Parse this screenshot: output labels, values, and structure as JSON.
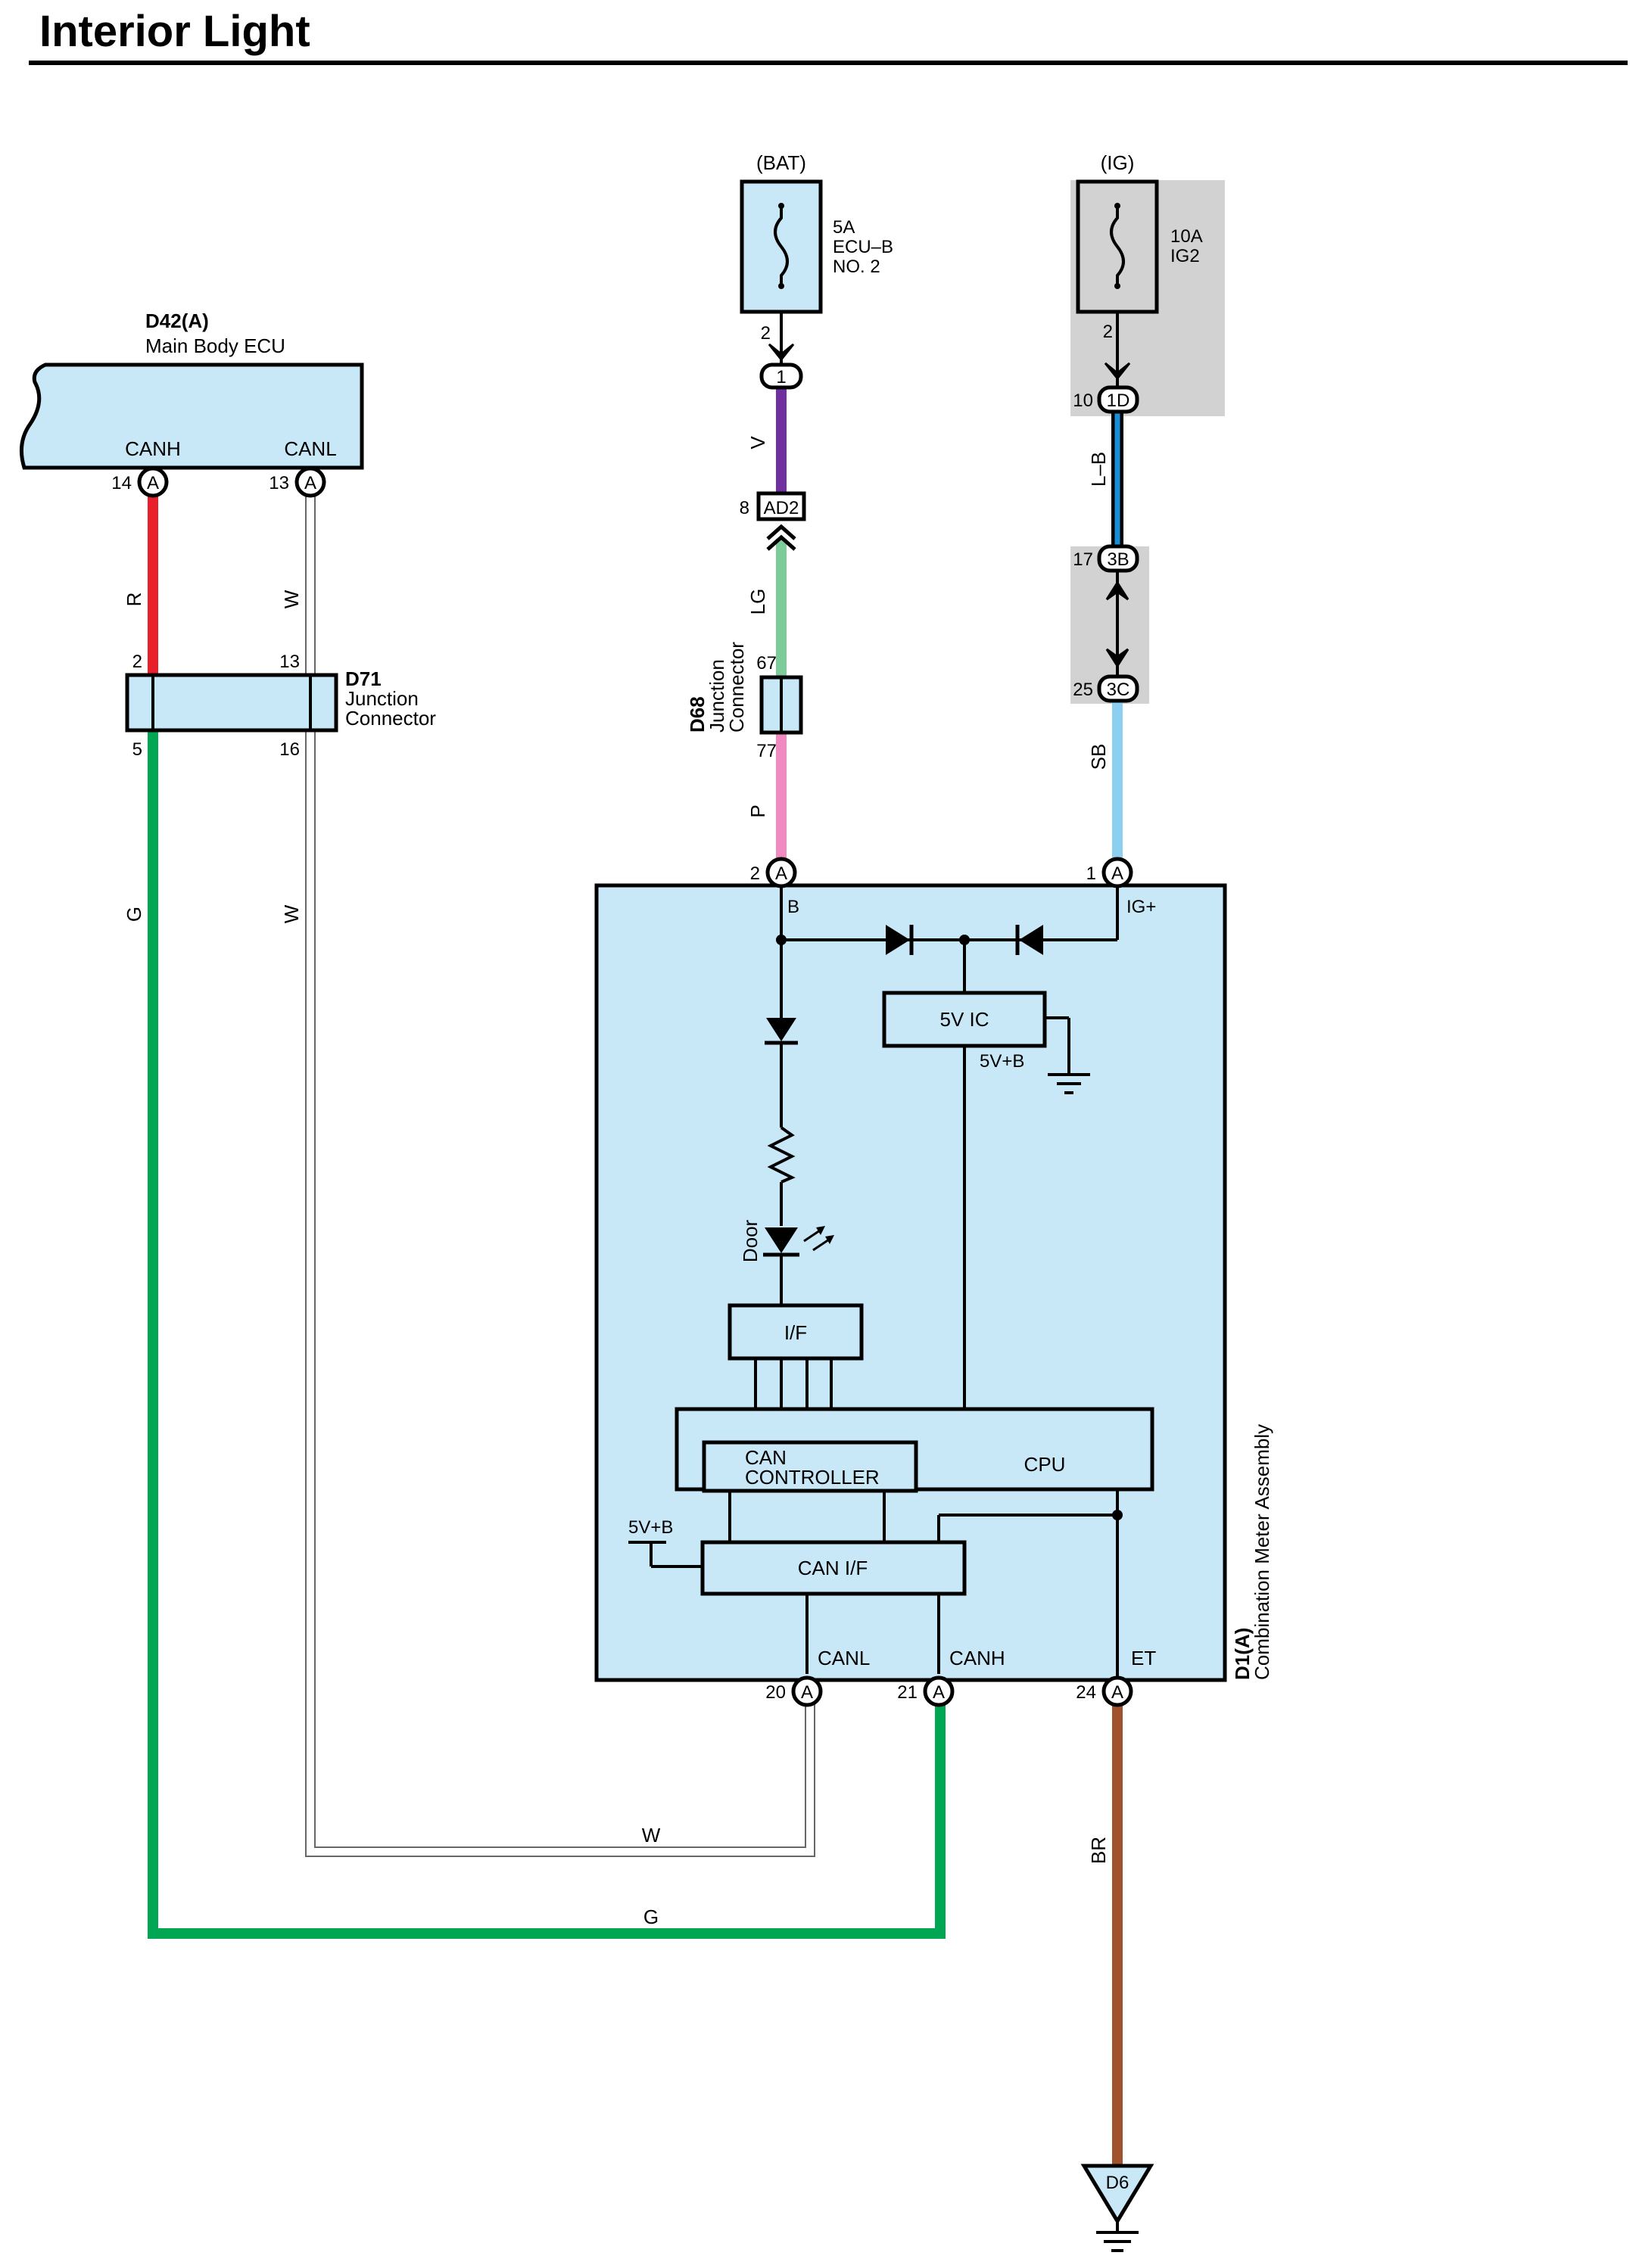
{
  "title": "Interior Light",
  "colors": {
    "box_fill": "#c8e8f8",
    "gray_fill": "#d2d2d2",
    "wire_red": "#e8202a",
    "wire_white": "#ffffff",
    "wire_green": "#00a651",
    "wire_violet": "#7030a0",
    "wire_lightgreen": "#7ecb9a",
    "wire_pink": "#f08ac0",
    "wire_blue": "#1a8fd6",
    "wire_skyblue": "#8ccff0",
    "wire_brown": "#a0522d"
  },
  "icons": [
    "fuse-icon",
    "diode-icon",
    "resistor-icon",
    "led-icon",
    "ground-icon",
    "connector-pin-icon"
  ],
  "ecu": {
    "code": "D42(A)",
    "name": "Main Body ECU",
    "canh_label": "CANH",
    "canl_label": "CANL",
    "canh_pin": "14",
    "canl_pin": "13",
    "pin_letter": "A"
  },
  "j71": {
    "code": "D71",
    "name_line1": "Junction",
    "name_line2": "Connector",
    "pins": {
      "top_left": "2",
      "top_right": "13",
      "bot_left": "5",
      "bot_right": "16"
    }
  },
  "j68": {
    "code": "D68",
    "name_line1": "Junction",
    "name_line2": "Connector",
    "pins": {
      "top": "67",
      "bottom": "77"
    }
  },
  "bat": {
    "label": "(BAT)",
    "fuse_amp": "5A",
    "fuse_name1": "ECU–B",
    "fuse_name2": "NO. 2",
    "fuse_pin": "2",
    "conn1": "1",
    "conn_ad2": "AD2",
    "conn_ad2_pin": "8"
  },
  "ig": {
    "label": "(IG)",
    "fuse_amp": "10A",
    "fuse_name": "IG2",
    "fuse_pin": "2",
    "conn_1d": "1D",
    "conn_1d_pin": "10",
    "conn_3b": "3B",
    "conn_3b_pin": "17",
    "conn_3c": "3C",
    "conn_3c_pin": "25"
  },
  "wires": {
    "r": "R",
    "w1": "W",
    "w2": "W",
    "g1": "G",
    "w_bottom": "W",
    "g_bottom": "G",
    "v": "V",
    "lg": "LG",
    "p": "P",
    "lb": "L–B",
    "sb": "SB",
    "br": "BR"
  },
  "meter": {
    "code": "D1(A)",
    "name": "Combination Meter Assembly",
    "pin_letter": "A",
    "pin_b": "2",
    "b_label": "B",
    "pin_ig": "1",
    "ig_label": "IG+",
    "ic_label": "5V IC",
    "ic_out": "5V+B",
    "door_label": "Door",
    "if_label": "I/F",
    "can_ctrl1": "CAN",
    "can_ctrl2": "CONTROLLER",
    "cpu_label": "CPU",
    "vb_label": "5V+B",
    "canif_label": "CAN I/F",
    "canl_label": "CANL",
    "canl_pin": "20",
    "canh_label": "CANH",
    "canh_pin": "21",
    "et_label": "ET",
    "et_pin": "24"
  },
  "ground": {
    "code": "D6"
  }
}
